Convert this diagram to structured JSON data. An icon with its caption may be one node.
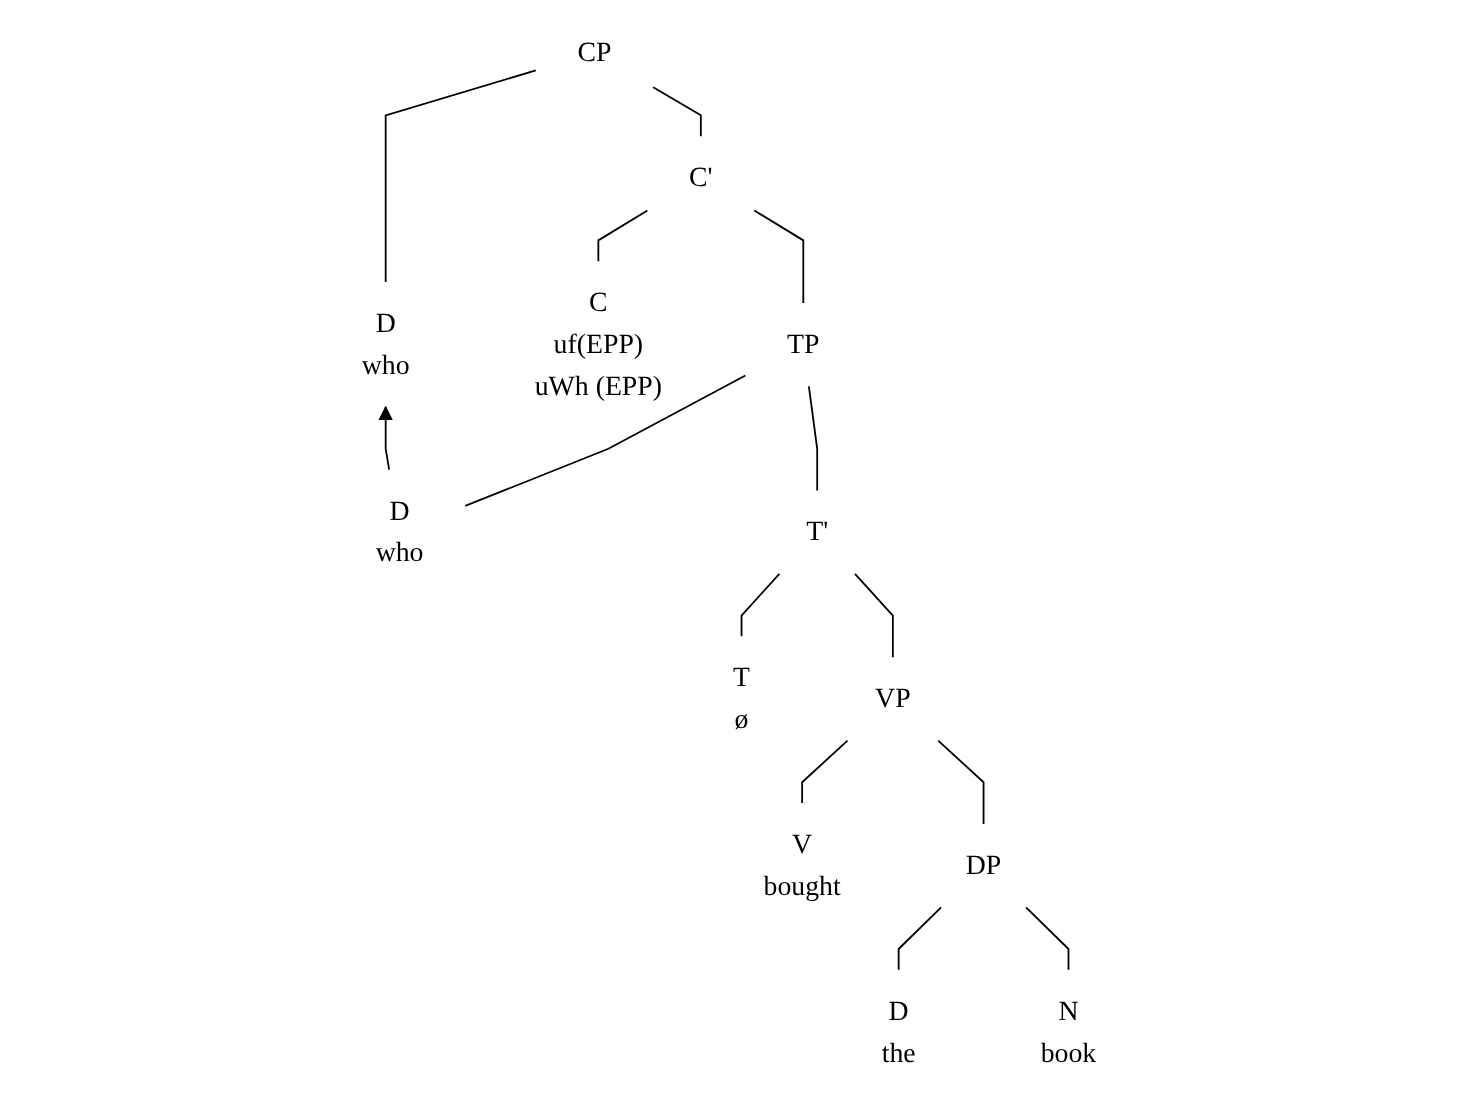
{
  "diagram": {
    "nodes": [
      {
        "text": [
          "CP"
        ]
      },
      {
        "text": [
          "D",
          "who"
        ]
      },
      {
        "text": [
          "C'"
        ]
      },
      {
        "text": [
          "C",
          "uf(EPP)",
          "uWh (EPP)"
        ]
      },
      {
        "text": [
          "TP"
        ]
      },
      {
        "text": [
          "D",
          "who"
        ]
      },
      {
        "text": [
          "T'"
        ]
      },
      {
        "text": [
          "T",
          "ø"
        ]
      },
      {
        "text": [
          "VP"
        ]
      },
      {
        "text": [
          "V",
          "bought"
        ]
      },
      {
        "text": [
          "DP"
        ]
      },
      {
        "text": [
          "D",
          "the"
        ]
      },
      {
        "text": [
          "N",
          "book"
        ]
      }
    ],
    "edges": [
      {
        "from": 0,
        "to": 1,
        "arrow": "none"
      },
      {
        "from": 0,
        "to": 2,
        "arrow": "none"
      },
      {
        "from": 2,
        "to": 3,
        "arrow": "none"
      },
      {
        "from": 2,
        "to": 4,
        "arrow": "none"
      },
      {
        "from": 4,
        "to": 5,
        "arrow": "none"
      },
      {
        "from": 4,
        "to": 6,
        "arrow": "none"
      },
      {
        "from": 6,
        "to": 7,
        "arrow": "none"
      },
      {
        "from": 6,
        "to": 8,
        "arrow": "none"
      },
      {
        "from": 8,
        "to": 9,
        "arrow": "none"
      },
      {
        "from": 8,
        "to": 10,
        "arrow": "none"
      },
      {
        "from": 10,
        "to": 11,
        "arrow": "none"
      },
      {
        "from": 10,
        "to": 12,
        "arrow": "none"
      },
      {
        "from": 5,
        "to": 1,
        "arrow": "to"
      }
    ]
  }
}
